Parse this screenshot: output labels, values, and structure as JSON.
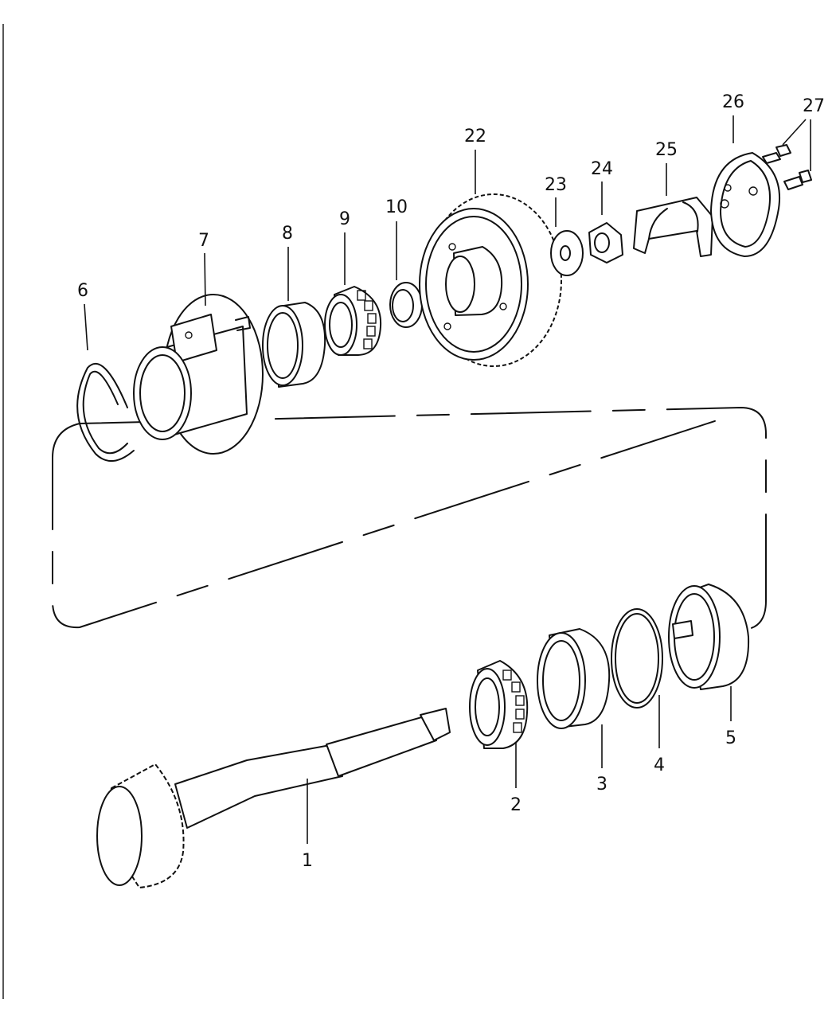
{
  "diagram": {
    "callouts": [
      {
        "id": "c1",
        "label": "1"
      },
      {
        "id": "c2",
        "label": "2"
      },
      {
        "id": "c3",
        "label": "3"
      },
      {
        "id": "c4",
        "label": "4"
      },
      {
        "id": "c5",
        "label": "5"
      },
      {
        "id": "c6",
        "label": "6"
      },
      {
        "id": "c7",
        "label": "7"
      },
      {
        "id": "c8",
        "label": "8"
      },
      {
        "id": "c9",
        "label": "9"
      },
      {
        "id": "c10",
        "label": "10"
      },
      {
        "id": "c22",
        "label": "22"
      },
      {
        "id": "c23",
        "label": "23"
      },
      {
        "id": "c24",
        "label": "24"
      },
      {
        "id": "c25",
        "label": "25"
      },
      {
        "id": "c26",
        "label": "26"
      },
      {
        "id": "c27",
        "label": "27"
      }
    ]
  }
}
